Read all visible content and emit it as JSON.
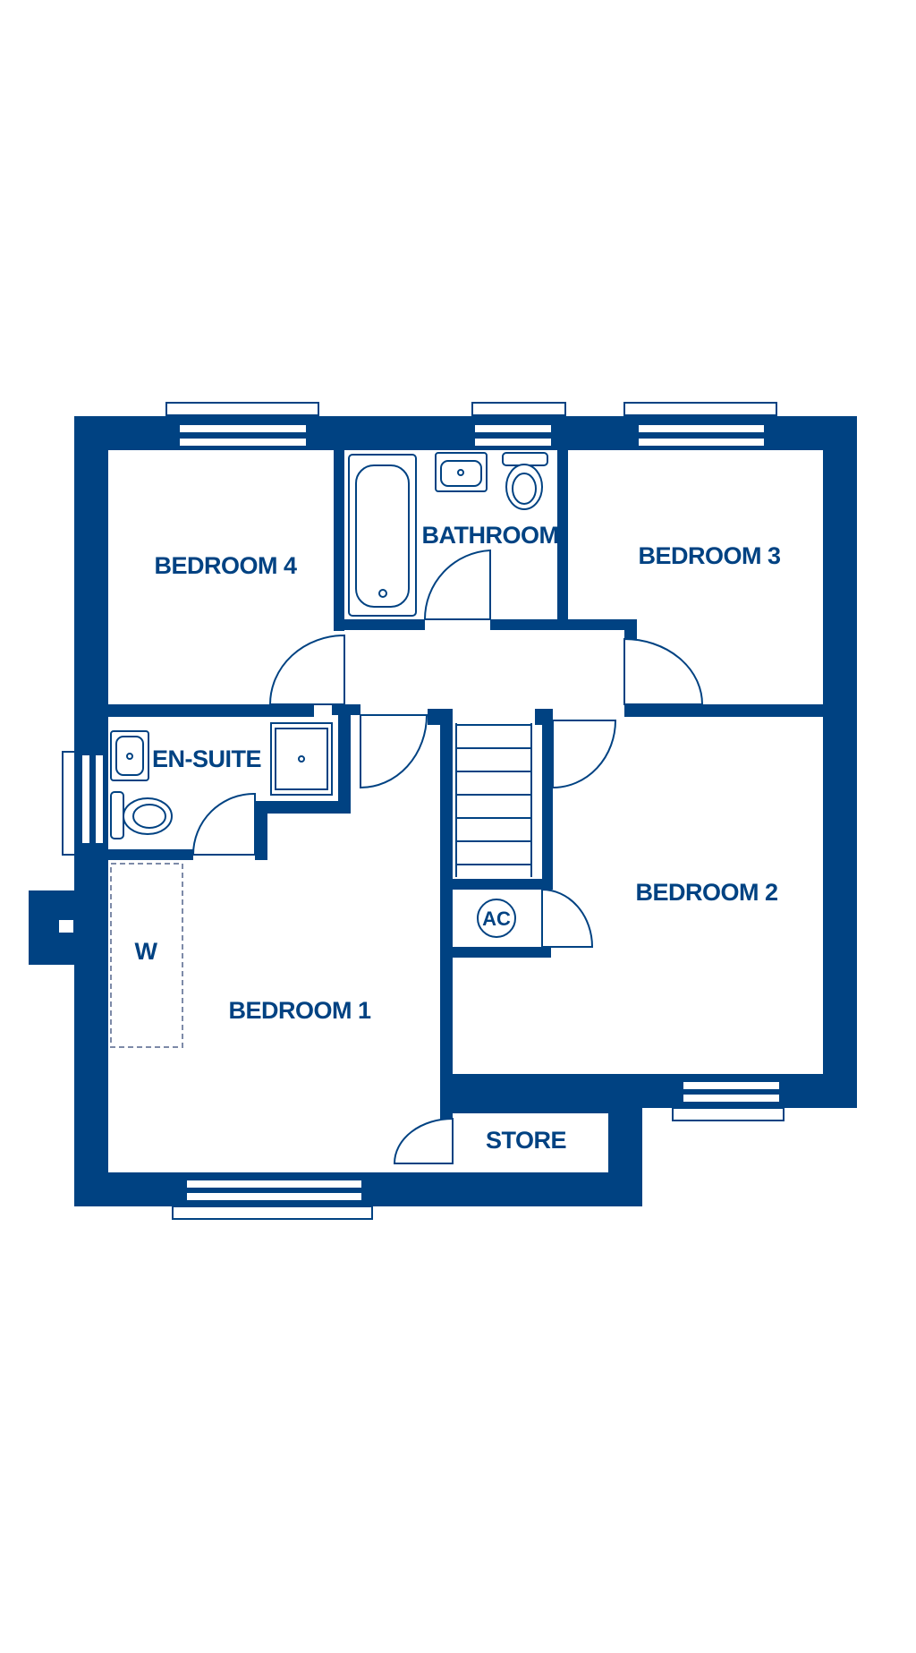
{
  "colors": {
    "wall": "#004282",
    "background": "#ffffff",
    "wardrobe_line": "#7d8aa8"
  },
  "rooms": {
    "bedroom_1": "BEDROOM 1",
    "bedroom_2": "BEDROOM 2",
    "bedroom_3": "BEDROOM 3",
    "bedroom_4": "BEDROOM 4",
    "bathroom": "BATHROOM",
    "en_suite": "EN-SUITE",
    "store": "STORE",
    "wardrobe": "W",
    "airing_cupboard": "AC"
  }
}
